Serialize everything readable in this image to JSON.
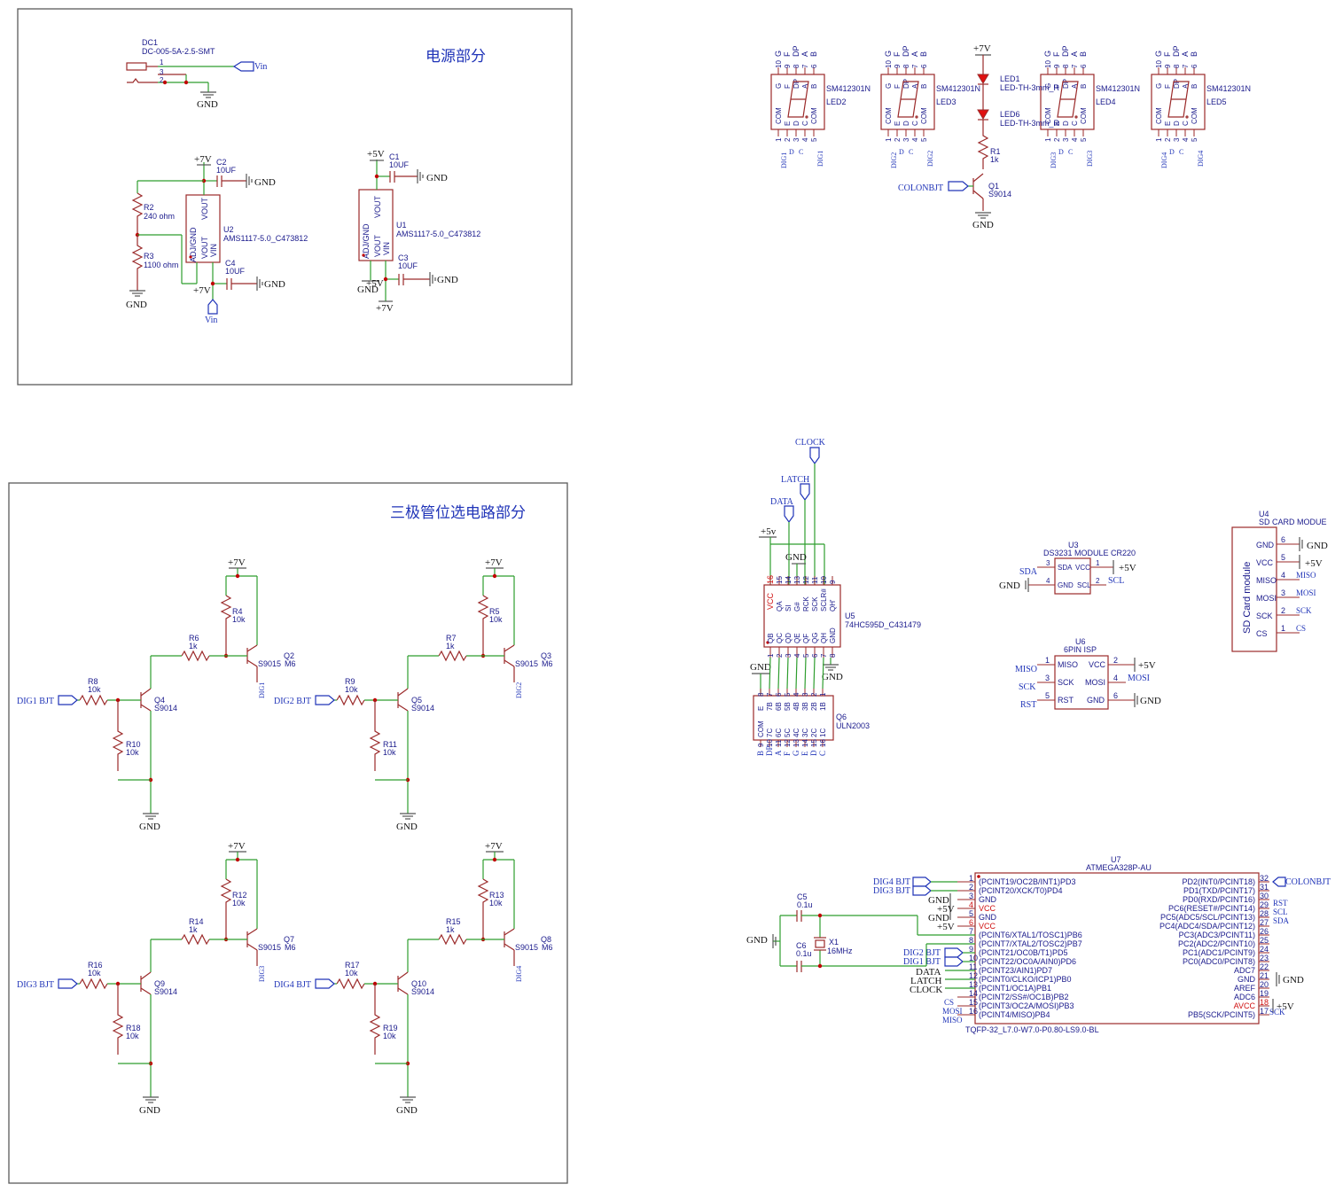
{
  "sections": {
    "power_title": "电源部分",
    "transistor_title": "三极管位选电路部分"
  },
  "nets": {
    "gnd": "GND",
    "p7v": "+7V",
    "p5v": "+5V",
    "p5v_lower": "+5v",
    "vin": "Vin",
    "colonbjt": "COLONBJT",
    "clock": "CLOCK",
    "latch": "LATCH",
    "data": "DATA",
    "dig1bjt": "DIG1 BJT",
    "dig2bjt": "DIG2 BJT",
    "dig3bjt": "DIG3 BJT",
    "dig4bjt": "DIG4 BJT",
    "dig1": "DIG1",
    "dig2": "DIG2",
    "dig3": "DIG3",
    "dig4": "DIG4",
    "sda": "SDA",
    "scl": "SCL",
    "miso": "MISO",
    "mosi": "MOSI",
    "sck": "SCK",
    "cs": "CS",
    "rst": "RST"
  },
  "power": {
    "dc1_ref": "DC1",
    "dc1_val": "DC-005-5A-2.5-SMT",
    "u1_ref": "U1",
    "u1_val": "AMS1117-5.0_C473812",
    "u2_ref": "U2",
    "u2_val": "AMS1117-5.0_C473812",
    "c1_ref": "C1",
    "c1_val": "10UF",
    "c2_ref": "C2",
    "c2_val": "10UF",
    "c3_ref": "C3",
    "c3_val": "10UF",
    "c4_ref": "C4",
    "c4_val": "10UF",
    "r2_ref": "R2",
    "r2_val": "240 ohm",
    "r3_ref": "R3",
    "r3_val": "1100 ohm",
    "pin_vout": "VOUT",
    "pin_vin": "VIN",
    "pin_adj": "ADJ/GND"
  },
  "displays": {
    "part": "SM412301N",
    "refs": [
      "LED2",
      "LED3",
      "LED4",
      "LED5"
    ],
    "top_pins": [
      "10",
      "9",
      "8",
      "7",
      "6"
    ],
    "top_names": [
      "G",
      "F",
      "DP",
      "A",
      "B"
    ],
    "bot_pins": [
      "1",
      "2",
      "3",
      "4",
      "5"
    ],
    "bot_names": [
      "E",
      "D",
      "C"
    ],
    "com": "COM",
    "led1_ref": "LED1",
    "led1_val": "LED-TH-3mm_R",
    "led6_ref": "LED6",
    "led6_val": "LED-TH-3mm_R",
    "r1_ref": "R1",
    "r1_val": "1k",
    "q1_ref": "Q1",
    "q1_val": "S9014"
  },
  "drivers": [
    {
      "pnp_ref": "Q2",
      "pnp_val": "S9015",
      "npn_ref": "Q4",
      "npn_val": "S9014",
      "r_up": "R4",
      "r_base_pnp": "R6",
      "r_in": "R8",
      "r_pd": "R10",
      "in": "DIG1 BJT",
      "out": "DIG1"
    },
    {
      "pnp_ref": "Q3",
      "pnp_val": "S9015",
      "npn_ref": "Q5",
      "npn_val": "S9014",
      "r_up": "R5",
      "r_base_pnp": "R7",
      "r_in": "R9",
      "r_pd": "R11",
      "in": "DIG2 BJT",
      "out": "DIG2"
    },
    {
      "pnp_ref": "Q7",
      "pnp_val": "S9015",
      "npn_ref": "Q9",
      "npn_val": "S9014",
      "r_up": "R12",
      "r_base_pnp": "R14",
      "r_in": "R16",
      "r_pd": "R18",
      "in": "DIG3 BJT",
      "out": "DIG3"
    },
    {
      "pnp_ref": "Q8",
      "pnp_val": "S9015",
      "npn_ref": "Q10",
      "npn_val": "S9014",
      "r_up": "R13",
      "r_base_pnp": "R15",
      "r_in": "R17",
      "r_pd": "R19",
      "in": "DIG4 BJT",
      "out": "DIG4"
    }
  ],
  "driver_common": {
    "val_10k": "10k",
    "val_1k": "1k",
    "m6": "M6"
  },
  "u5": {
    "ref": "U5",
    "val": "74HC595D_C431479",
    "top_pins": [
      "16",
      "15",
      "14",
      "13",
      "12",
      "11",
      "10",
      "9"
    ],
    "top_names": [
      "VCC",
      "QA",
      "SI",
      "G#",
      "RCK",
      "SCK",
      "SCLR#",
      "QH'"
    ],
    "bot_pins": [
      "1",
      "2",
      "3",
      "4",
      "5",
      "6",
      "7",
      "8"
    ],
    "bot_names": [
      "QB",
      "QC",
      "QD",
      "QE",
      "QF",
      "QG",
      "QH",
      "GND"
    ]
  },
  "q6": {
    "ref": "Q6",
    "val": "ULN2003",
    "top_pins": [
      "8",
      "7",
      "6",
      "5",
      "4",
      "3",
      "2",
      "1"
    ],
    "top_names": [
      "E",
      "7B",
      "6B",
      "5B",
      "4B",
      "3B",
      "2B",
      "1B"
    ],
    "bot_pins": [
      "9",
      "10",
      "11",
      "12",
      "13",
      "14",
      "15",
      "16"
    ],
    "bot_names": [
      "COM",
      "7C",
      "6C",
      "5C",
      "4C",
      "3C",
      "2C",
      "1C"
    ],
    "bot_nets": [
      "B",
      "DP",
      "A",
      "F",
      "G",
      "E",
      "D",
      "C"
    ]
  },
  "u3": {
    "ref": "U3",
    "val": "DS3231 MODULE CR220",
    "pins": [
      {
        "num": "3",
        "name": "SDA"
      },
      {
        "num": "4",
        "name": "GND"
      },
      {
        "num": "1",
        "name": "VCC"
      },
      {
        "num": "2",
        "name": "SCL"
      }
    ]
  },
  "u6": {
    "ref": "U6",
    "val": "6PIN ISP",
    "pins": [
      {
        "num": "1",
        "name": "MISO"
      },
      {
        "num": "3",
        "name": "SCK"
      },
      {
        "num": "5",
        "name": "RST"
      },
      {
        "num": "2",
        "name": "VCC"
      },
      {
        "num": "4",
        "name": "MOSI"
      },
      {
        "num": "6",
        "name": "GND"
      }
    ]
  },
  "u4": {
    "ref": "U4",
    "val": "SD CARD MODUE",
    "body_label": "SD Card module",
    "pins": [
      {
        "num": "6",
        "name": "GND"
      },
      {
        "num": "5",
        "name": "VCC"
      },
      {
        "num": "4",
        "name": "MISO"
      },
      {
        "num": "3",
        "name": "MOSI"
      },
      {
        "num": "2",
        "name": "SCK"
      },
      {
        "num": "1",
        "name": "CS"
      }
    ]
  },
  "u7": {
    "ref": "U7",
    "val": "ATMEGA328P-AU",
    "footprint": "TQFP-32_L7.0-W7.0-P0.80-LS9.0-BL",
    "left_pins": [
      {
        "num": "1",
        "name": "(PCINT19/OC2B/INT1)PD3"
      },
      {
        "num": "2",
        "name": "(PCINT20/XCK/T0)PD4"
      },
      {
        "num": "3",
        "name": "GND"
      },
      {
        "num": "4",
        "name": "VCC"
      },
      {
        "num": "5",
        "name": "GND"
      },
      {
        "num": "6",
        "name": "VCC"
      },
      {
        "num": "7",
        "name": "(PCINT6/XTAL1/TOSC1)PB6"
      },
      {
        "num": "8",
        "name": "(PCINT7/XTAL2/TOSC2)PB7"
      },
      {
        "num": "9",
        "name": "(PCINT21/OC0B/T1)PD5"
      },
      {
        "num": "10",
        "name": "(PCINT22/OC0A/AIN0)PD6"
      },
      {
        "num": "11",
        "name": "(PCINT23/AIN1)PD7"
      },
      {
        "num": "12",
        "name": "(PCINT0/CLKO/ICP1)PB0"
      },
      {
        "num": "13",
        "name": "(PCINT1/OC1A)PB1"
      },
      {
        "num": "14",
        "name": "(PCINT2/SS#/OC1B)PB2"
      },
      {
        "num": "15",
        "name": "(PCINT3/OC2A/MOSI)PB3"
      },
      {
        "num": "16",
        "name": "(PCINT4/MISO)PB4"
      }
    ],
    "right_pins": [
      {
        "num": "32",
        "name": "PD2(INT0/PCINT18)"
      },
      {
        "num": "31",
        "name": "PD1(TXD/PCINT17)"
      },
      {
        "num": "30",
        "name": "PD0(RXD/PCINT16)"
      },
      {
        "num": "29",
        "name": "PC6(RESET#/PCINT14)"
      },
      {
        "num": "28",
        "name": "PC5(ADC5/SCL/PCINT13)"
      },
      {
        "num": "27",
        "name": "PC4(ADC4/SDA/PCINT12)"
      },
      {
        "num": "26",
        "name": "PC3(ADC3/PCINT11)"
      },
      {
        "num": "25",
        "name": "PC2(ADC2/PCINT10)"
      },
      {
        "num": "24",
        "name": "PC1(ADC1/PCINT9)"
      },
      {
        "num": "23",
        "name": "PC0(ADC0/PCINT8)"
      },
      {
        "num": "22",
        "name": "ADC7"
      },
      {
        "num": "21",
        "name": "GND"
      },
      {
        "num": "20",
        "name": "AREF"
      },
      {
        "num": "19",
        "name": "ADC6"
      },
      {
        "num": "18",
        "name": "AVCC"
      },
      {
        "num": "17",
        "name": "PB5(SCK/PCINT5)"
      }
    ],
    "c5_ref": "C5",
    "c5_val": "0.1u",
    "c6_ref": "C6",
    "c6_val": "0.1u",
    "x1_ref": "X1",
    "x1_val": "16MHz"
  }
}
